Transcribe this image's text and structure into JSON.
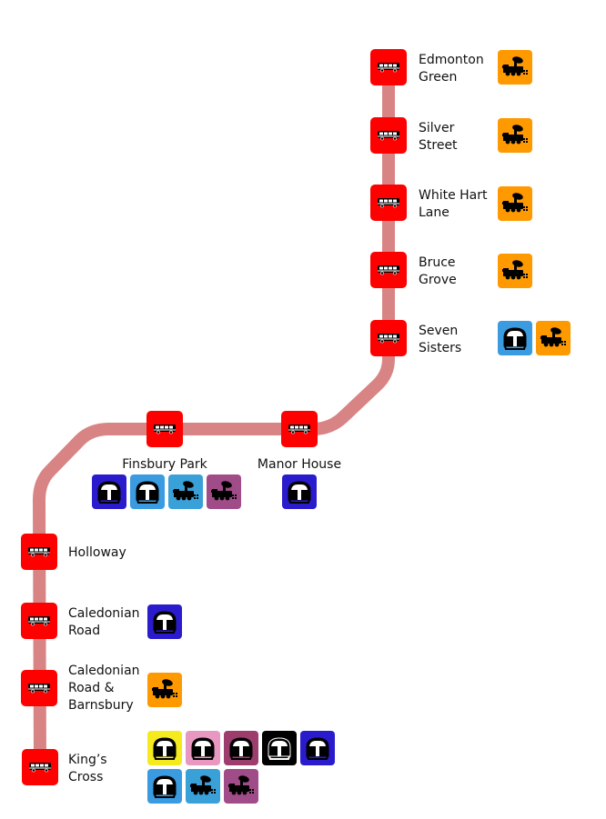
{
  "map": {
    "line_color": "#d98484",
    "station_color": "#ff0000",
    "stations": [
      {
        "name": "Edmonton\nGreen",
        "icons": [
          {
            "type": "train-icon",
            "color": "#ff9900"
          }
        ]
      },
      {
        "name": "Silver\nStreet",
        "icons": [
          {
            "type": "train-icon",
            "color": "#ff9900"
          }
        ]
      },
      {
        "name": "White Hart\nLane",
        "icons": [
          {
            "type": "train-icon",
            "color": "#ff9900"
          }
        ]
      },
      {
        "name": "Bruce\nGrove",
        "icons": [
          {
            "type": "train-icon",
            "color": "#ff9900"
          }
        ]
      },
      {
        "name": "Seven\nSisters",
        "icons": [
          {
            "type": "tube-icon",
            "color": "#3a9be0"
          },
          {
            "type": "train-icon",
            "color": "#ff9900"
          }
        ]
      },
      {
        "name": "Manor House",
        "icons": [
          {
            "type": "tube-icon",
            "color": "#2a1ccc"
          }
        ]
      },
      {
        "name": "Finsbury Park",
        "icons": [
          {
            "type": "tube-icon",
            "color": "#2a1ccc"
          },
          {
            "type": "tube-icon",
            "color": "#3a9be0"
          },
          {
            "type": "train-icon",
            "color": "#3aa0d8"
          },
          {
            "type": "train-icon",
            "color": "#a04c88"
          }
        ]
      },
      {
        "name": "Holloway",
        "icons": []
      },
      {
        "name": "Caledonian\nRoad",
        "icons": [
          {
            "type": "tube-icon",
            "color": "#2a1ccc"
          }
        ]
      },
      {
        "name": "Caledonian\nRoad &\nBarnsbury",
        "icons": [
          {
            "type": "train-icon",
            "color": "#ff9900"
          }
        ]
      },
      {
        "name": "King’s\nCross",
        "icons": [
          {
            "type": "tube-icon",
            "color": "#f5ea1e"
          },
          {
            "type": "tube-icon",
            "color": "#e898c0"
          },
          {
            "type": "tube-icon",
            "color": "#9c3d6e"
          },
          {
            "type": "tube-icon",
            "color": "#000000"
          },
          {
            "type": "tube-icon",
            "color": "#2a1ccc"
          },
          {
            "type": "tube-icon",
            "color": "#3a9be0"
          },
          {
            "type": "train-icon",
            "color": "#3aa0d8"
          },
          {
            "type": "train-icon",
            "color": "#a04c88"
          }
        ]
      }
    ]
  }
}
